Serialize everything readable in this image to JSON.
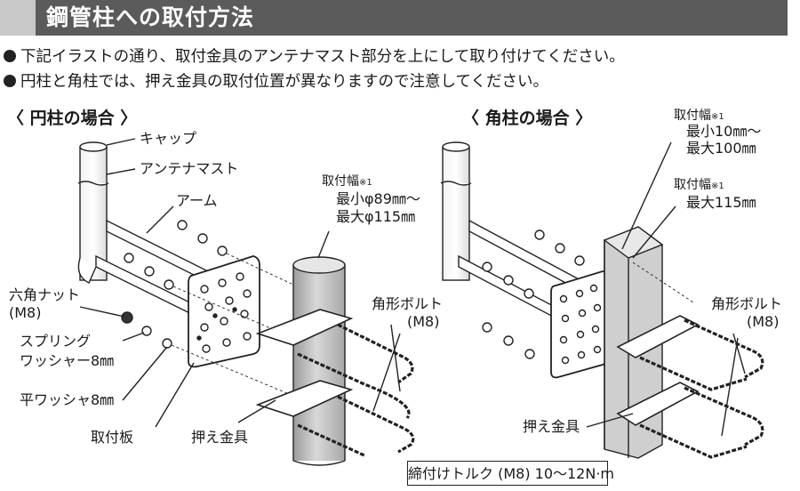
{
  "header": {
    "title": "鋼管柱への取付方法"
  },
  "bullets": [
    "下記イラストの通り、取付金具のアンテナマスト部分を上にして取り付けてください。",
    "円柱と角柱では、押え金具の取付位置が異なりますので注意してください。"
  ],
  "left_diagram": {
    "title": "〈 円柱の場合 〉",
    "labels": {
      "cap": "キャップ",
      "mast": "アンテナマスト",
      "arm": "アーム",
      "hex_nut": "六角ナット",
      "hex_nut_size": "(M8)",
      "spring_washer_1": "スプリング",
      "spring_washer_2": "ワッシャー8㎜",
      "flat_washer": "平ワッシャ8㎜",
      "plate": "取付板",
      "clamp": "押え金具",
      "u_bolt": "角形ボルト",
      "u_bolt_size": "(M8)",
      "width_title": "取付幅",
      "width_note": "※1",
      "width_min": "最小φ89㎜〜",
      "width_max": "最大φ115㎜"
    }
  },
  "right_diagram": {
    "title": "〈 角柱の場合 〉",
    "labels": {
      "width1_title": "取付幅",
      "width1_note": "※1",
      "width1_min": "最小10㎜〜",
      "width1_max": "最大100㎜",
      "width2_title": "取付幅",
      "width2_note": "※1",
      "width2_max": "最大115㎜",
      "u_bolt": "角形ボルト",
      "u_bolt_size": "(M8)",
      "clamp": "押え金具"
    }
  },
  "footer": {
    "torque": "締付けトルク (M8) 10〜12N·m"
  },
  "colors": {
    "title_bar": "#5b5b5b",
    "title_accent": "#c8c8c8",
    "pillar_fill": "#c9c9c9",
    "line": "#222222"
  }
}
